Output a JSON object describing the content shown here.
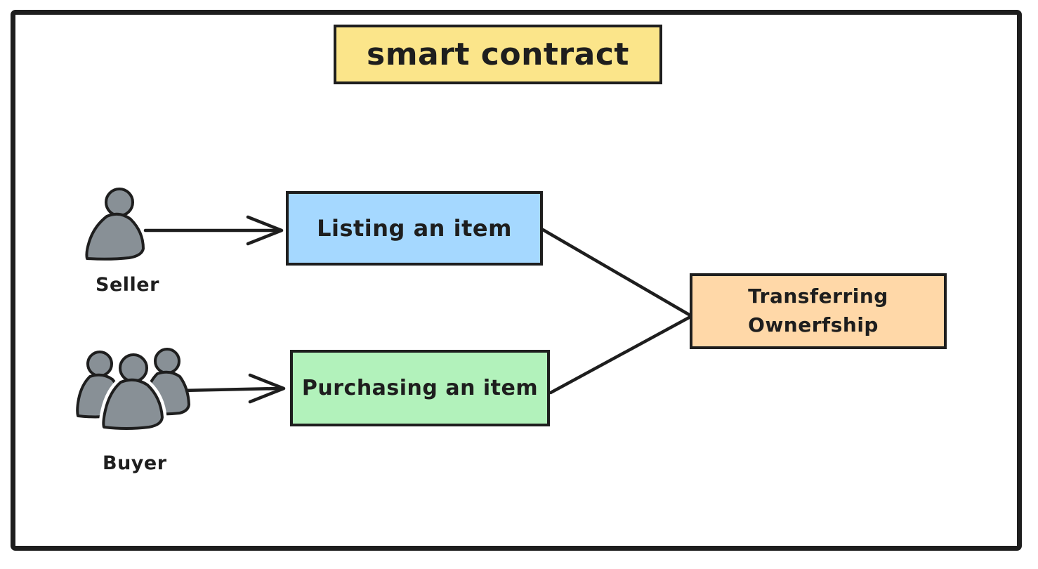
{
  "diagram": {
    "title": {
      "label": "smart contract",
      "fill": "#fbe58a"
    },
    "actors": {
      "seller": {
        "label": "Seller",
        "icon": "person-icon"
      },
      "buyer": {
        "label": "Buyer",
        "icon": "people-group-icon"
      }
    },
    "processes": {
      "listing": {
        "label": "Listing an item",
        "fill": "#a5d8ff"
      },
      "purchasing": {
        "label": "Purchasing an item",
        "fill": "#b2f2bb"
      },
      "transferring": {
        "label": "Transferring\nOwnerfship",
        "fill": "#ffd8a8"
      }
    },
    "connections": [
      {
        "from": "seller",
        "to": "listing",
        "type": "arrow"
      },
      {
        "from": "buyer",
        "to": "purchasing",
        "type": "arrow"
      },
      {
        "from": "listing",
        "to": "transferring",
        "type": "line"
      },
      {
        "from": "purchasing",
        "to": "transferring",
        "type": "line"
      }
    ],
    "colors": {
      "stroke": "#1e1e1e",
      "background": "#ffffff",
      "person_fill": "#889096"
    }
  }
}
